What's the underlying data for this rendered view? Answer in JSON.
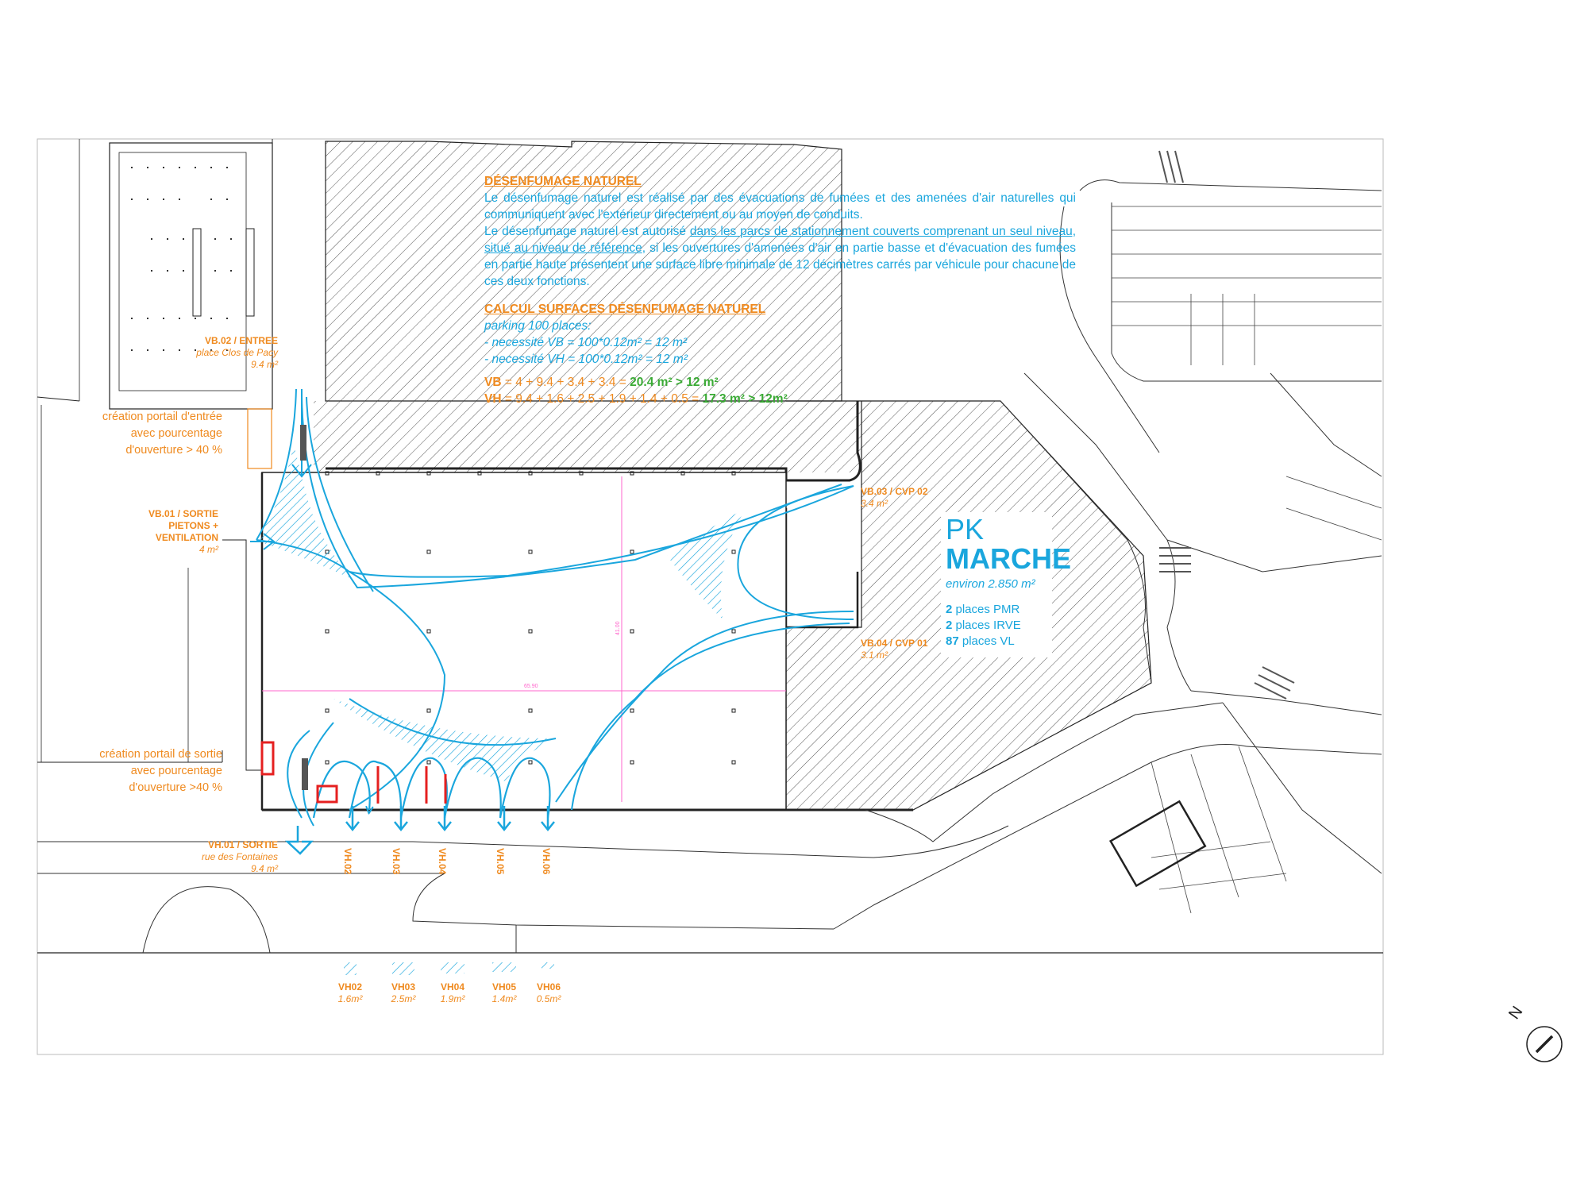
{
  "info": {
    "title1": "DÉSENFUMAGE NATUREL",
    "p1": "Le désenfumage naturel est réalisé par des évacuations de fumées et des amenées d'air naturelles qui communiquent avec l'extérieur directement ou au moyen de conduits.",
    "p2a": "Le désenfumage naturel est autorisé ",
    "p2b": "dans les parcs de stationnement couverts comprenant un seul niveau, situé au niveau de référence",
    "p2c": ", si les ouvertures d'amenées d'air en partie basse et d'évacuation des fumées en partie haute présentent une surface libre minimale de 12 décimètres carrés par véhicule pour chacune de ces deux fonctions.",
    "title2": "CALCUL SURFACES DÉSENFUMAGE NATUREL",
    "calc1": "parking 100 places:",
    "calc2": "- necessité VB  = 100*0.12m² = 12 m²",
    "calc3": "- necessité VH  = 100*0.12m² = 12 m²",
    "vb_key": "VB",
    "vb_eq": " = 4 + 9.4 + 3.4 + 3.4 = ",
    "vb_res": "20.4 m² > 12 m²",
    "vh_key": "VH",
    "vh_eq": " = 9.4 + 1.6 + 2.5 + 1.9 + 1.4 + 0.5 = ",
    "vh_res": "17.3 m² > 12m²"
  },
  "labels": {
    "vb02": {
      "title": "VB.02 / ENTREE",
      "sub": "place Clos de Pacy",
      "area": "9.4 m²"
    },
    "vb01": {
      "l1": "VB.01 / SORTIE",
      "l2": "PIETONS +",
      "l3": "VENTILATION",
      "area": "4 m²"
    },
    "vb03": {
      "title": "VB.03 / CVP 02",
      "area": "3.4 m²"
    },
    "vb04": {
      "title": "VB.04 / CVP 01",
      "area": "3.1 m²"
    },
    "vh01": {
      "title": "VH.01 / SORTIE",
      "sub": "rue des Fontaines",
      "area": "9.4 m²"
    }
  },
  "notes": {
    "entry": [
      "création portail d'entrée",
      "avec pourcentage",
      "d'ouverture > 40 %"
    ],
    "exit": [
      "création portail de sortie",
      "avec pourcentage",
      "d'ouverture >40 %"
    ]
  },
  "pk": {
    "line1": "PK",
    "line2": "MARCHE",
    "area": "environ 2.850 m²",
    "pmr_n": "2",
    "pmr_t": " places PMR",
    "irve_n": "2",
    "irve_t": " places IRVE",
    "vl_n": "87",
    "vl_t": " places VL"
  },
  "vh_tags": [
    "VH.02",
    "VH.03",
    "VH.04",
    "VH.05",
    "VH.06"
  ],
  "legend": [
    {
      "name": "VH02",
      "area": "1.6m²"
    },
    {
      "name": "VH03",
      "area": "2.5m²"
    },
    {
      "name": "VH04",
      "area": "1.9m²"
    },
    {
      "name": "VH05",
      "area": "1.4m²"
    },
    {
      "name": "VH06",
      "area": "0.5m²"
    }
  ],
  "dims": {
    "width": "65.90",
    "height": "41.00"
  },
  "north": "N",
  "colors": {
    "flow": "#1aa6dd",
    "label": "#ef8a1f",
    "ok": "#3aaa35",
    "grid": "#ff66cc",
    "gate": "#e52020"
  }
}
